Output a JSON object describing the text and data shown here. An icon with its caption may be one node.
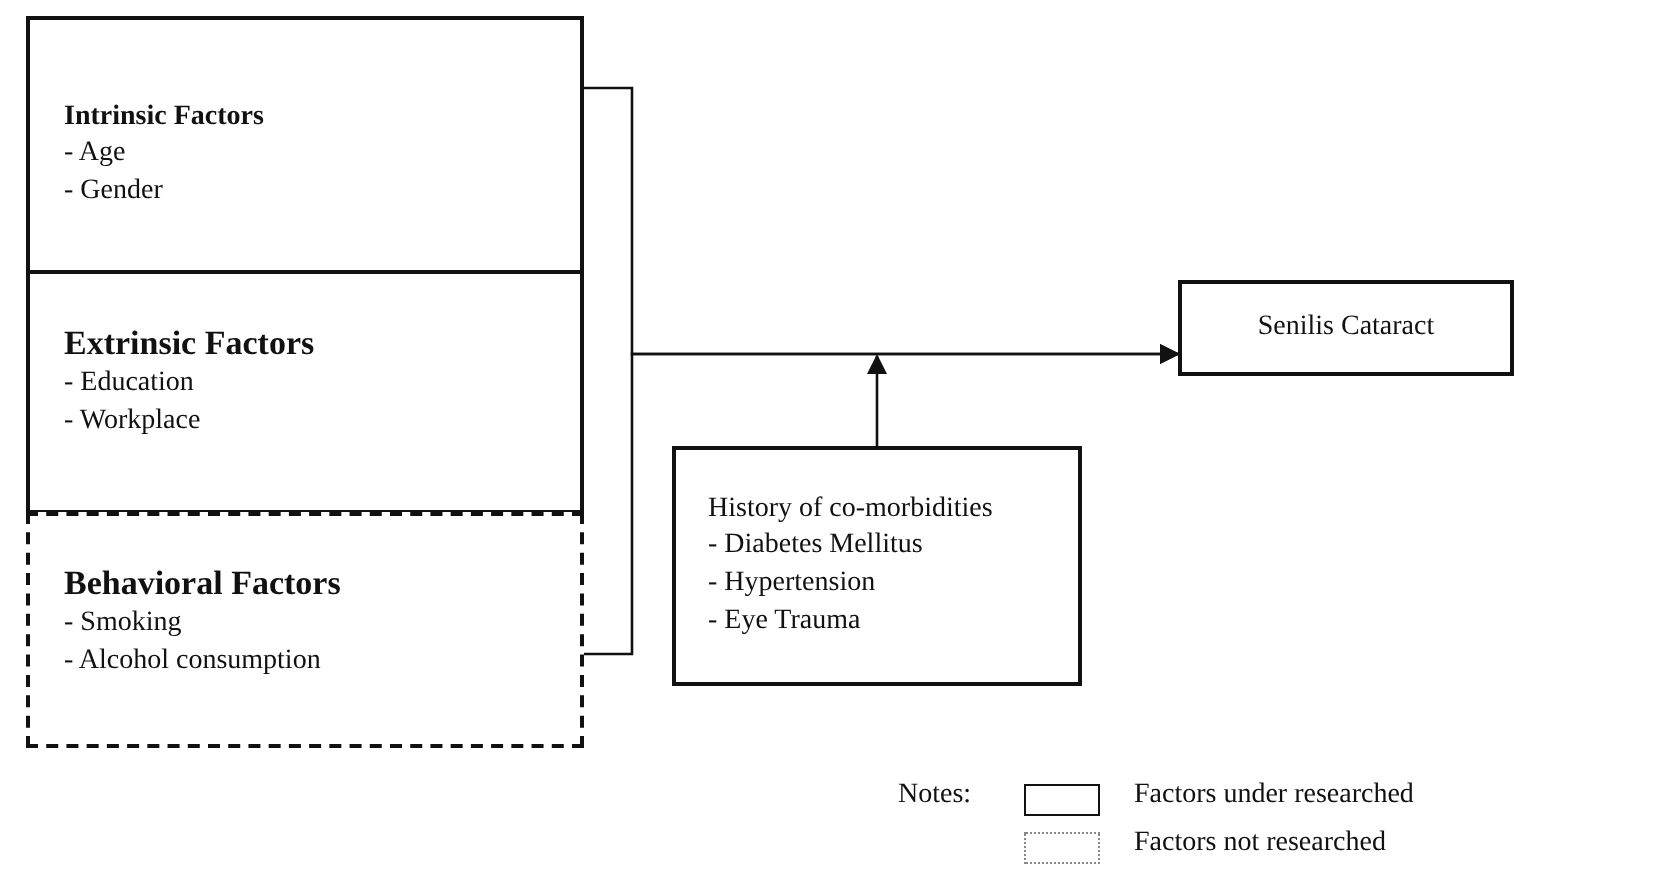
{
  "diagram": {
    "nodes": [
      {
        "text": [
          "Intrinsic Factors",
          "- Age",
          "- Gender"
        ]
      },
      {
        "text": [
          "Extrinsic Factors",
          "- Education",
          "- Workplace"
        ]
      },
      {
        "text": [
          "Behavioral Factors",
          "- Smoking",
          "- Alcohol consumption"
        ]
      },
      {
        "text": [
          "Senilis Cataract"
        ]
      },
      {
        "text": [
          "History of co-morbidities",
          "- Diabetes Mellitus",
          "- Hypertension",
          "- Eye Trauma"
        ]
      }
    ],
    "edges": [
      {
        "from": 0,
        "to": 3,
        "arrow": "to"
      },
      {
        "from": 2,
        "to": 3,
        "arrow": "to"
      },
      {
        "from": 4,
        "to": null,
        "arrow": "to"
      }
    ],
    "labels": [
      "Notes:"
    ],
    "legend": [
      {
        "text": "Factors under researched"
      },
      {
        "text": "Factors not researched"
      }
    ]
  }
}
